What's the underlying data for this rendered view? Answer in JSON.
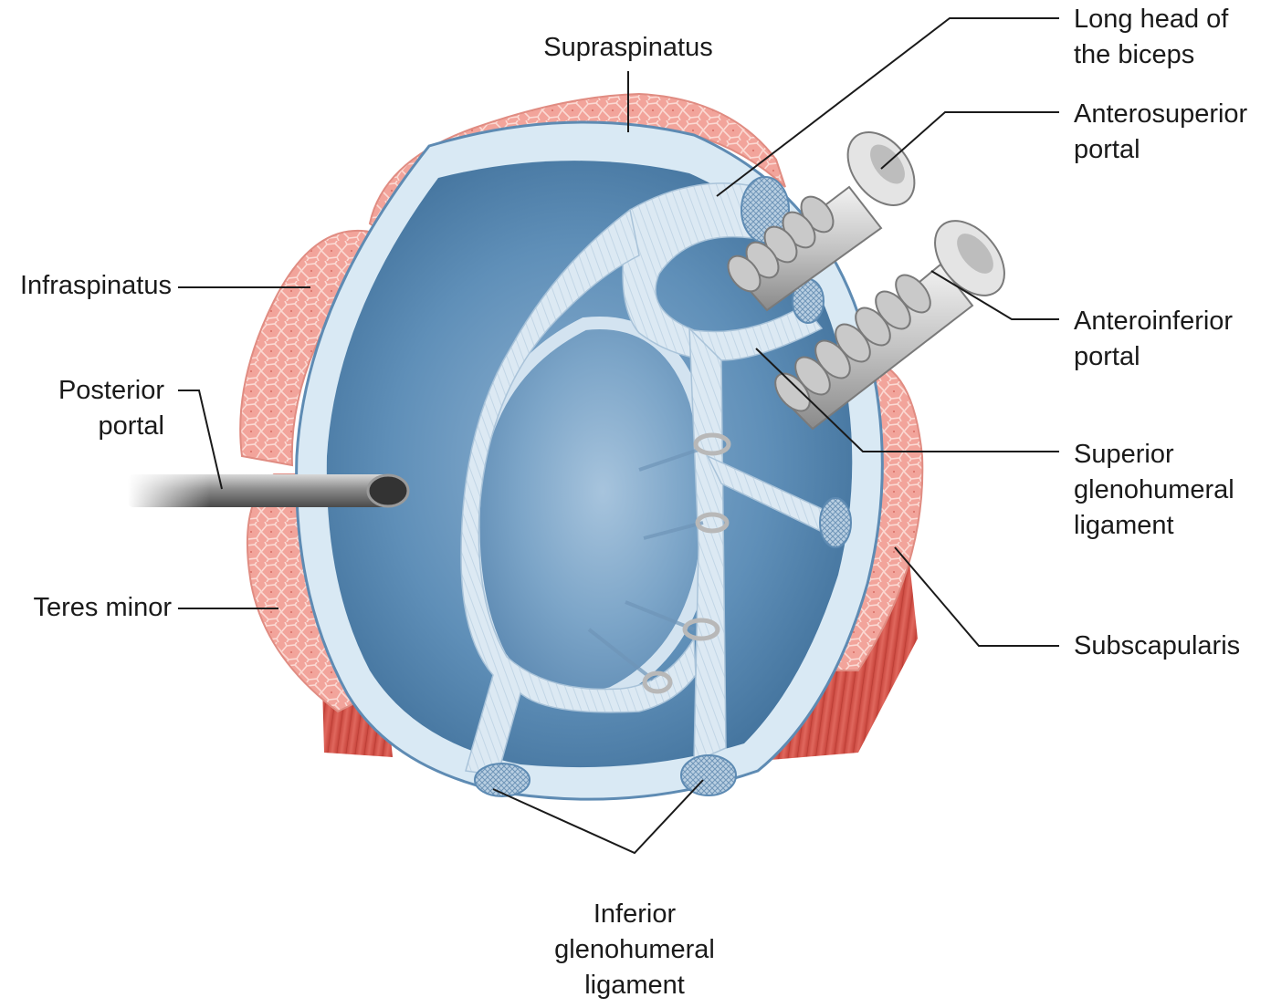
{
  "labels": {
    "supraspinatus": [
      "Supraspinatus"
    ],
    "long_head_biceps": [
      "Long head of",
      "the biceps"
    ],
    "anterosuperior_portal": [
      "Anterosuperior",
      "portal"
    ],
    "infraspinatus": [
      "Infraspinatus"
    ],
    "anteroinferior_portal": [
      "Anteroinferior",
      "portal"
    ],
    "posterior_portal": [
      "Posterior",
      "portal"
    ],
    "superior_glenohumeral_ligament": [
      "Superior",
      "glenohumeral",
      "ligament"
    ],
    "teres_minor": [
      "Teres minor"
    ],
    "subscapularis": [
      "Subscapularis"
    ],
    "inferior_glenohumeral_ligament": [
      "Inferior",
      "glenohumeral",
      "ligament"
    ]
  },
  "colors": {
    "muscle_tendon": "#f3a39a",
    "muscle_fiber": "#d9534a",
    "capsule_rim": "#d9e9f4",
    "joint_cavity": "#4f7fa8",
    "glenoid": "#7aa3c6",
    "ligament": "#dbe9f3",
    "instrument": "#8e8e8e",
    "leader_line": "#1a1a1a"
  }
}
